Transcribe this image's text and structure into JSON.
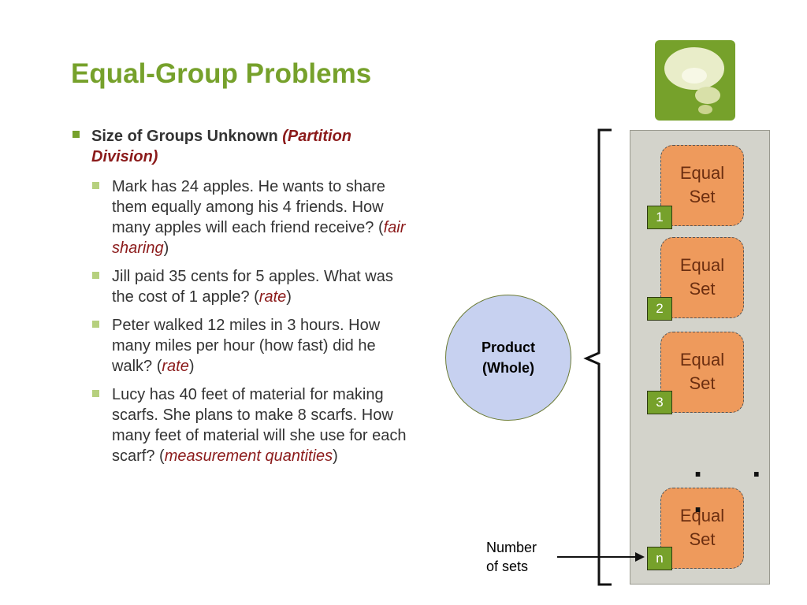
{
  "slide": {
    "title": "Equal-Group Problems",
    "heading": "Size of Groups Unknown ",
    "heading_paren": "(Partition Division)",
    "items": [
      {
        "text": "Mark has 24 apples.  He wants to share them equally among his 4 friends.  How many apples will each friend receive? (",
        "highlight": "fair sharing",
        "tail": ")"
      },
      {
        "text": "Jill paid 35 cents for 5 apples.  What was the cost of 1 apple? (",
        "highlight": "rate",
        "tail": ")"
      },
      {
        "text": "Peter walked 12 miles in 3 hours.  How many miles per hour (how fast) did he walk? (",
        "highlight": "rate",
        "tail": ")"
      },
      {
        "text": "Lucy has 40 feet of material for making scarfs.  She plans to make 8 scarfs.  How many feet of material will she use for each scarf? (",
        "highlight": "measurement quantities",
        "tail": ")"
      }
    ]
  },
  "diagram": {
    "product_line1": "Product",
    "product_line2": "(Whole)",
    "equal_set_line1": "Equal",
    "equal_set_line2": "Set",
    "sets": [
      "1",
      "2",
      "3",
      "n"
    ],
    "dots": ". . .",
    "number_of_sets_line1": "Number",
    "number_of_sets_line2": "of sets"
  },
  "colors": {
    "accent_green": "#76A12B",
    "equal_set_orange": "#EE9A5C",
    "product_blue": "#C7D1F0",
    "highlight_red": "#8B1A1A"
  },
  "icons": {
    "logo": "thought-bubble-icon"
  }
}
